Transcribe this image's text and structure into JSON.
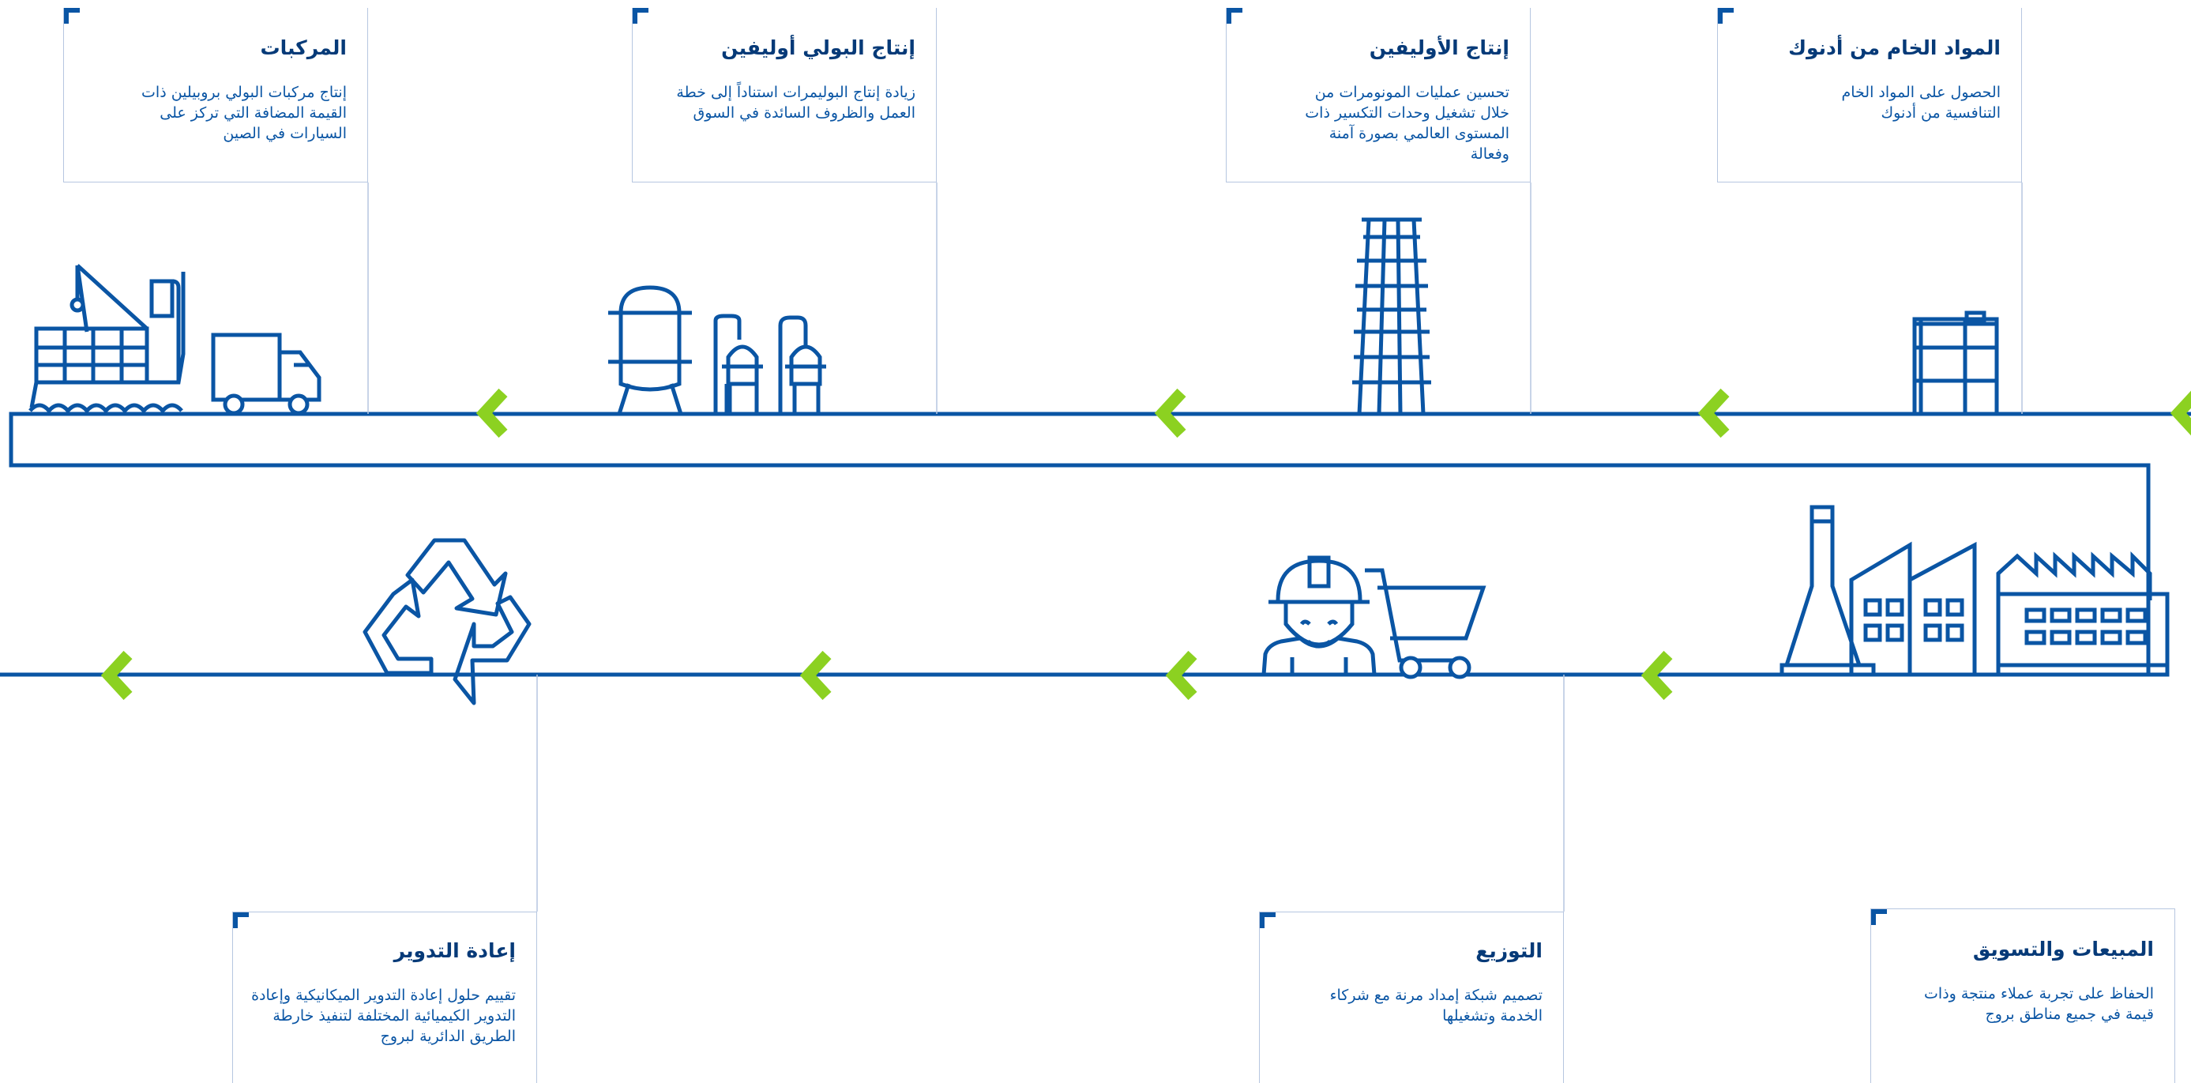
{
  "colors": {
    "line": "#0a55a4",
    "arrow": "#8cd121",
    "card_border": "#b6c6e0",
    "heading": "#063a78",
    "text": "#0a55a4"
  },
  "stages": [
    {
      "id": "raw-materials",
      "title": "المواد الخام من أدنوك",
      "text": "الحصول على المواد الخام التنافسية من أدنوك",
      "icon": "oil-barrel-icon"
    },
    {
      "id": "olefins",
      "title": "إنتاج الأوليفين",
      "text": "تحسين عمليات المونومرات من خلال تشغيل وحدات التكسير ذات المستوى العالمي بصورة آمنة وفعالة",
      "icon": "cracker-tower-icon"
    },
    {
      "id": "polyolefins",
      "title": "إنتاج البولي أوليفين",
      "text": "زيادة إنتاج البوليمرات استناداً إلى خطة العمل والظروف السائدة في السوق",
      "icon": "reactor-tanks-icon"
    },
    {
      "id": "compounds",
      "title": "المركبات",
      "text": "إنتاج مركبات البولي بروبيلين ذات القيمة المضافة التي تركز على السيارات في الصين",
      "icon": "ship-truck-icon"
    },
    {
      "id": "sales",
      "title": "المبيعات والتسويق",
      "text": "الحفاظ على تجربة عملاء منتجة وذات قيمة في جميع مناطق بروج",
      "icon": "factory-icon"
    },
    {
      "id": "distribution",
      "title": "التوزيع",
      "text": "تصميم شبكة إمداد مرنة مع شركاء الخدمة وتشغيلها",
      "icon": "worker-cart-icon"
    },
    {
      "id": "recycling",
      "title": "إعادة التدوير",
      "text": "تقييم حلول إعادة التدوير الميكانيكية وإعادة التدوير الكيميائية المختلفة لتنفيذ خارطة الطريق الدائرية لبروج",
      "icon": "recycle-icon"
    }
  ]
}
